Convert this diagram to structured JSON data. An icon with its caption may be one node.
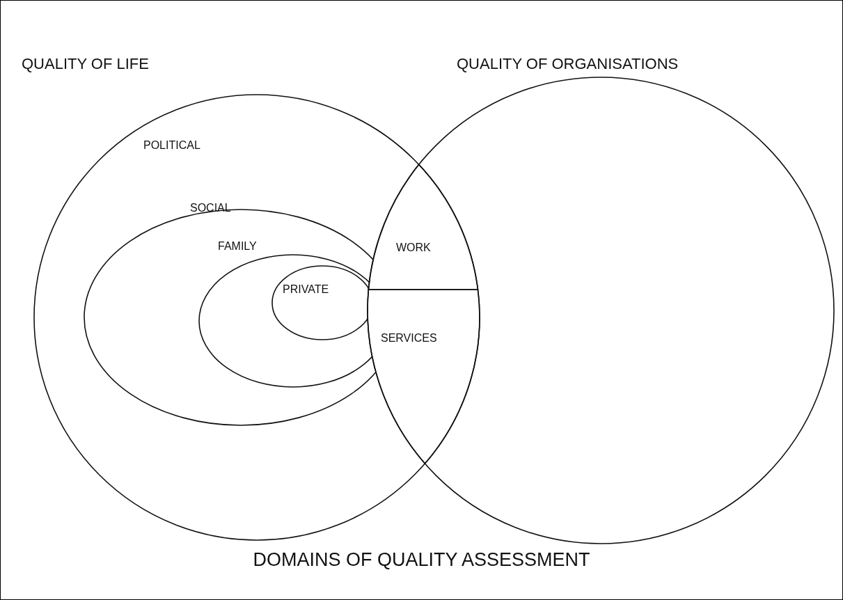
{
  "diagram": {
    "caption": "DOMAINS OF QUALITY ASSESSMENT",
    "nodes": [
      {
        "text": [
          "QUALITY OF LIFE",
          "POLITICAL"
        ]
      },
      {
        "text": [
          "SOCIAL"
        ],
        "in": 0
      },
      {
        "text": [
          "FAMILY"
        ],
        "in": 1
      },
      {
        "text": [
          "PRIVATE"
        ],
        "in": 2
      },
      {
        "text": [
          "QUALITY OF ORGANISATIONS"
        ]
      },
      {
        "text": [
          "WORK"
        ]
      },
      {
        "text": [
          "SERVICES"
        ]
      }
    ]
  }
}
